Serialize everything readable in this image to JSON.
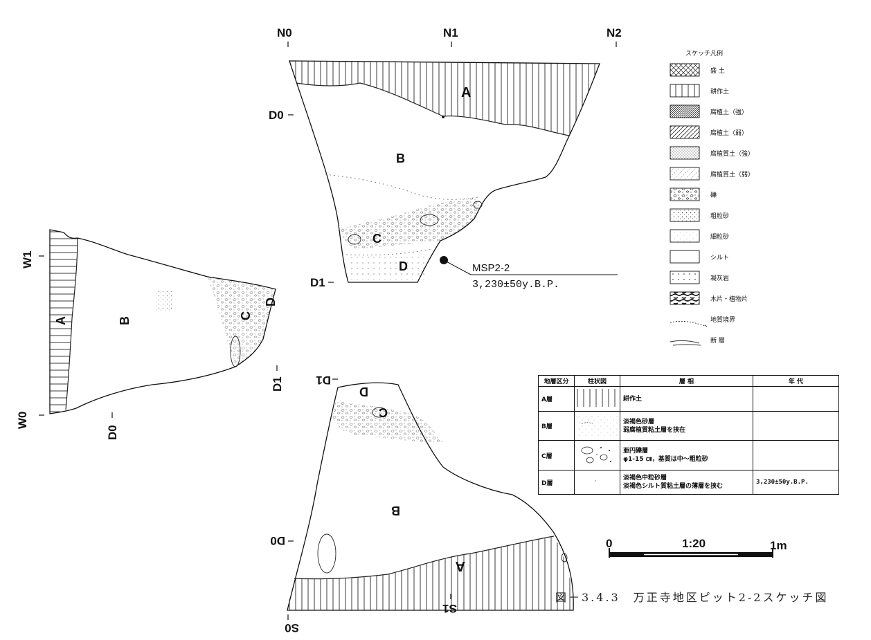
{
  "north_section": {
    "top_labels": [
      "N0",
      "N1",
      "N2"
    ],
    "depth_labels": [
      "D0",
      "D1"
    ],
    "layers": [
      "A",
      "B",
      "C",
      "D"
    ],
    "sample": {
      "name": "MSP2-2",
      "date": "3,230±50y.B.P."
    }
  },
  "west_section": {
    "side_labels": [
      "W1",
      "W0"
    ],
    "depth_labels": [
      "D0",
      "D1"
    ],
    "layers": [
      "A",
      "B",
      "C",
      "D"
    ]
  },
  "south_section": {
    "bottom_labels": [
      "S0",
      "S1"
    ],
    "depth_labels": [
      "D0",
      "D1"
    ],
    "layers": [
      "A",
      "B",
      "C",
      "D"
    ]
  },
  "legend": {
    "title": "スケッチ凡例",
    "items": [
      {
        "label": "盛 土",
        "pattern": "crosshatch"
      },
      {
        "label": "耕作土",
        "pattern": "vertical"
      },
      {
        "label": "腐植土（強）",
        "pattern": "dense-diagonal"
      },
      {
        "label": "腐植土（弱）",
        "pattern": "diagonal"
      },
      {
        "label": "腐植質土（強）",
        "pattern": "dense-dots"
      },
      {
        "label": "腐植質土（弱）",
        "pattern": "sparse-diagonal"
      },
      {
        "label": "礫",
        "pattern": "gravel"
      },
      {
        "label": "粗粒砂",
        "pattern": "coarse-dots"
      },
      {
        "label": "細粒砂",
        "pattern": "fine-dots"
      },
      {
        "label": "シルト",
        "pattern": "blank"
      },
      {
        "label": "凝灰岩",
        "pattern": "tuff"
      },
      {
        "label": "木片・植物片",
        "pattern": "wood"
      },
      {
        "label": "地質境界",
        "pattern": "boundary-line"
      },
      {
        "label": "断 層",
        "pattern": "fault-line"
      }
    ]
  },
  "strata_table": {
    "headers": [
      "地層区分",
      "柱状図",
      "層 相",
      "年 代"
    ],
    "rows": [
      {
        "layer": "A層",
        "desc": [
          "耕作土"
        ],
        "age": ""
      },
      {
        "layer": "B層",
        "desc": [
          "淡褐色砂層",
          "弱腐植質粘土層を挟在"
        ],
        "age": ""
      },
      {
        "layer": "C層",
        "desc": [
          "亜円礫層",
          "φ1-15 ㎝，基質は中～粗粒砂"
        ],
        "age": ""
      },
      {
        "layer": "D層",
        "desc": [
          "淡褐色中粒砂層",
          "淡褐色シルト質粘土層の薄層を挟む"
        ],
        "age": "3,230±50y.B.P."
      }
    ]
  },
  "scale": {
    "start": "0",
    "ratio": "1:20",
    "end": "1m"
  },
  "caption": "図－3.4.3　万正寺地区ピット2-2スケッチ図"
}
